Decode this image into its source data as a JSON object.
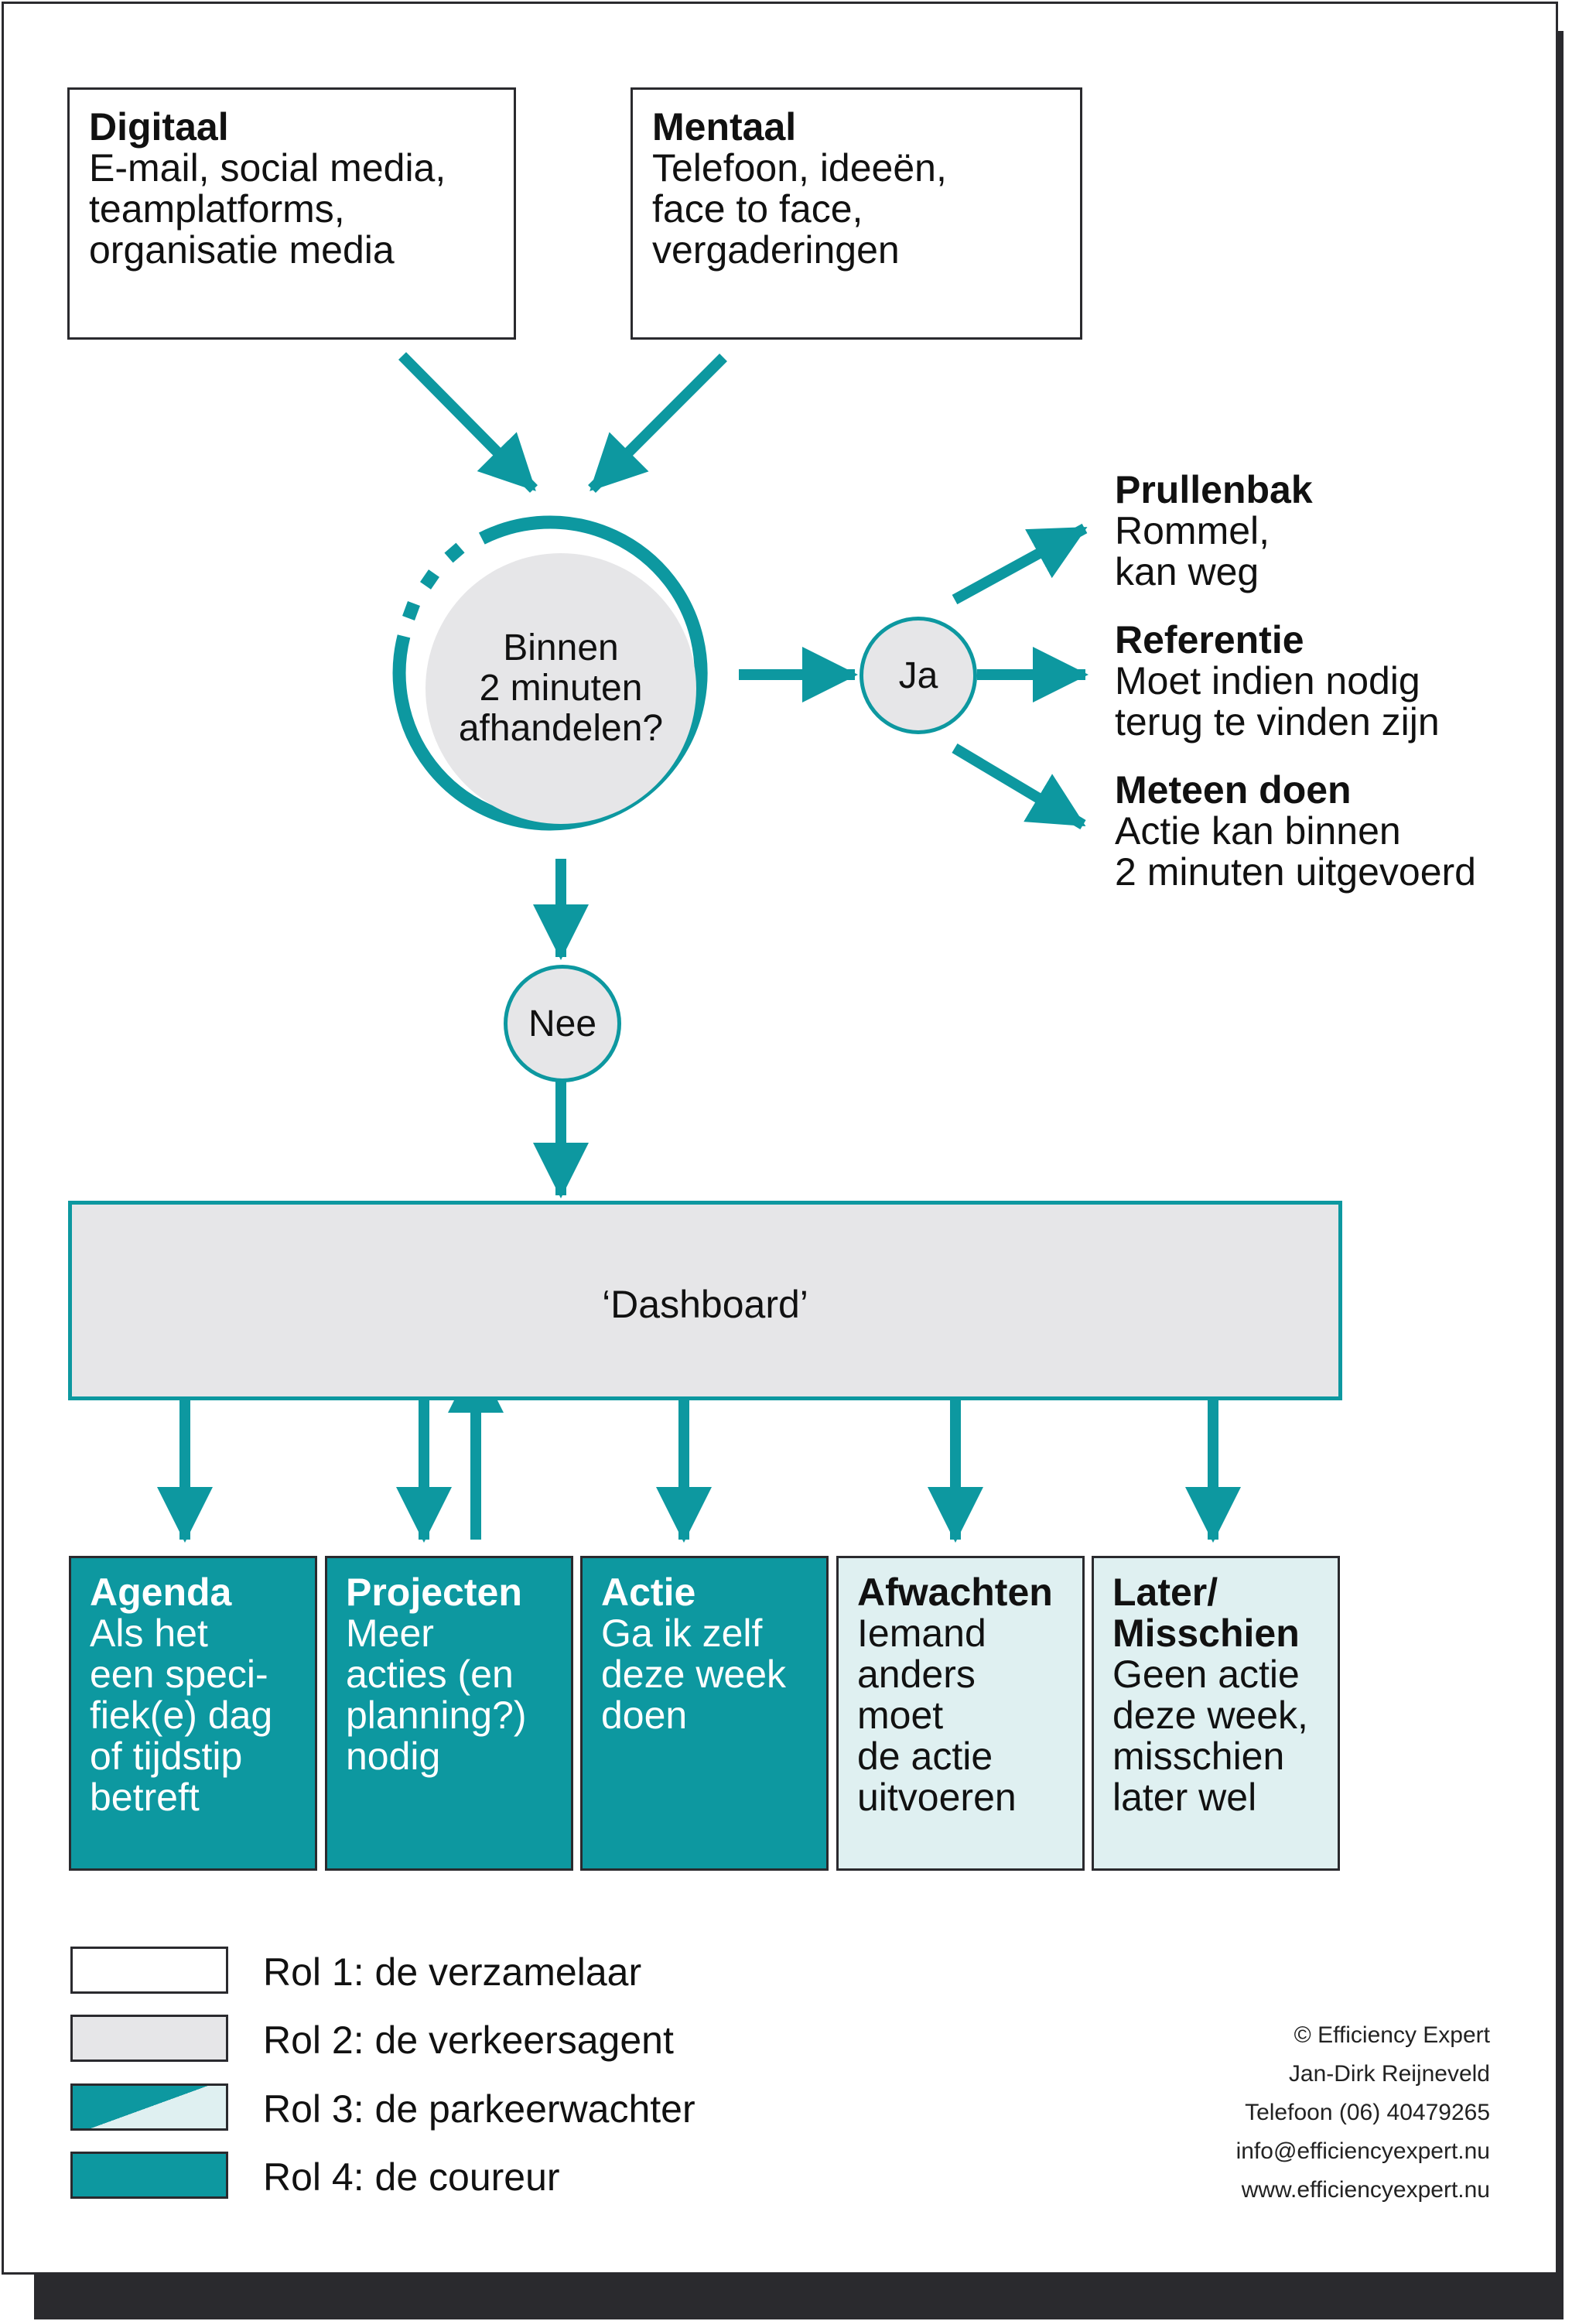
{
  "sources": [
    {
      "title": "Digitaal",
      "lines": [
        "E-mail, social media,",
        "teamplatforms,",
        "organisatie media"
      ]
    },
    {
      "title": "Mentaal",
      "lines": [
        "Telefoon, ideeën,",
        "face to face,",
        "vergaderingen"
      ]
    }
  ],
  "decision": {
    "lines": [
      "Binnen",
      "2 minuten",
      "afhandelen?"
    ]
  },
  "yes_label": "Ja",
  "no_label": "Nee",
  "outcomes": [
    {
      "title": "Prullenbak",
      "lines": [
        "Rommel,",
        "kan weg"
      ]
    },
    {
      "title": "Referentie",
      "lines": [
        "Moet indien nodig",
        "terug te vinden zijn"
      ]
    },
    {
      "title": "Meteen doen",
      "lines": [
        "Actie kan binnen",
        "2 minuten uitgevoerd"
      ]
    }
  ],
  "dashboard_label": "‘Dashboard’",
  "categories": [
    {
      "title_lines": [
        "Agenda"
      ],
      "lines": [
        "Als het",
        "een speci-",
        "fiek(e) dag",
        "of tijdstip",
        "betreft"
      ],
      "style": "dark"
    },
    {
      "title_lines": [
        "Projecten"
      ],
      "lines": [
        "Meer",
        "acties (en",
        "planning?)",
        "nodig"
      ],
      "style": "dark"
    },
    {
      "title_lines": [
        "Actie"
      ],
      "lines": [
        "Ga ik zelf",
        "deze week",
        "doen"
      ],
      "style": "dark"
    },
    {
      "title_lines": [
        "Afwachten"
      ],
      "lines": [
        "Iemand",
        "anders",
        "moet",
        "de actie",
        "uitvoeren"
      ],
      "style": "light"
    },
    {
      "title_lines": [
        "Later/",
        "Misschien"
      ],
      "lines": [
        "Geen actie",
        "deze week,",
        "misschien",
        "later wel"
      ],
      "style": "light"
    }
  ],
  "legend": [
    {
      "label": "Rol 1: de verzamelaar",
      "swatch": "white"
    },
    {
      "label": "Rol 2: de verkeersagent",
      "swatch": "grey"
    },
    {
      "label": "Rol 3: de parkeerwachter",
      "swatch": "split"
    },
    {
      "label": "Rol 4: de coureur",
      "swatch": "teal"
    }
  ],
  "copyright": [
    "© Efficiency Expert",
    "Jan-Dirk Reijneveld",
    "Telefoon (06) 40479265",
    "info@efficiencyexpert.nu",
    "www.efficiencyexpert.nu"
  ],
  "colors": {
    "teal": "#0d98a0",
    "light_teal": "#dff0f1",
    "grey": "#e6e6e8",
    "dark": "#2a2a2e"
  }
}
